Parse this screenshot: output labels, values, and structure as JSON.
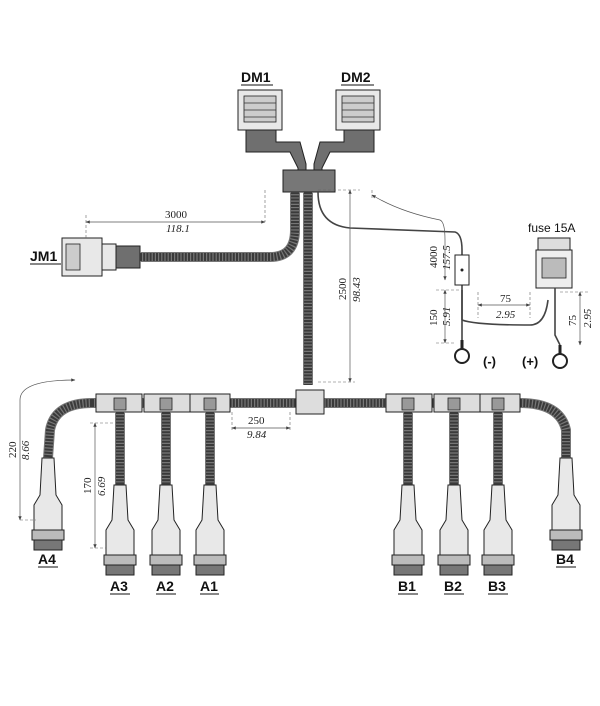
{
  "connectors": {
    "dm1": "DM1",
    "dm2": "DM2",
    "jm1": "JM1",
    "a1": "A1",
    "a2": "A2",
    "a3": "A3",
    "a4": "A4",
    "b1": "B1",
    "b2": "B2",
    "b3": "B3",
    "b4": "B4"
  },
  "fuse_label": "fuse 15A",
  "terminals": {
    "negative": "(-)",
    "positive": "(+)"
  },
  "dimensions": {
    "jm1_len": {
      "mm": "3000",
      "in": "118.1"
    },
    "trunk_len": {
      "mm": "2500",
      "in": "98.43"
    },
    "power_len": {
      "mm": "4000",
      "in": "157.5"
    },
    "neg_lead": {
      "mm": "150",
      "in": "5.91"
    },
    "pos_offset": {
      "mm": "75",
      "in": "2.95"
    },
    "pos_lead": {
      "mm": "75",
      "in": "2.95"
    },
    "outer_drop": {
      "mm": "220",
      "in": "8.66"
    },
    "branch_len": {
      "mm": "170",
      "in": "6.69"
    },
    "spacing": {
      "mm": "250",
      "in": "9.84"
    }
  }
}
